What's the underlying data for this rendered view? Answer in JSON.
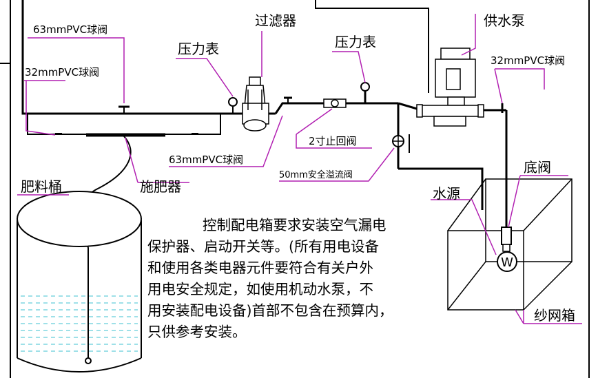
{
  "labels": {
    "ball_valve_63_top": "63mmPVC球阀",
    "ball_valve_32_left": "32mmPVC球阀",
    "pressure_gauge_1": "压力表",
    "filter": "过滤器",
    "pressure_gauge_2": "压力表",
    "pump": "供水泵",
    "ball_valve_32_right": "32mmPVC球阀",
    "check_valve": "2寸止回阀",
    "ball_valve_63_bottom": "63mmPVC球阀",
    "safety_valve": "50mm安全溢流阀",
    "fertilizer_applicator": "施肥器",
    "fertilizer_tank": "肥料桶",
    "water_source": "水源",
    "foot_valve": "底阀",
    "screen_box": "纱网箱",
    "meter_symbol": "W"
  },
  "note": {
    "line1": "控制配电箱要求安装空气漏电",
    "line2": "保护器、启动开关等。(所有用电设备",
    "line3": "和使用各类电器元件要符合有关户外",
    "line4": "用电安全规定，如使用机动水泵，不",
    "line5": "用安装配电设备)首部不包含在预算内，",
    "line6": "只供参考安装。"
  },
  "colors": {
    "pipe": "#000000",
    "leader": "#b11fb1",
    "water": "#7fd6e0"
  }
}
